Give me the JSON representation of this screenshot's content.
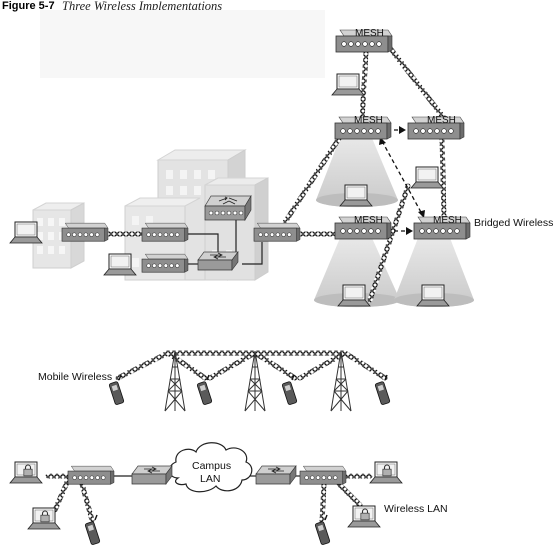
{
  "figure": {
    "label": "Figure 5-7",
    "title": "Three Wireless Implementations"
  },
  "labels": {
    "mesh": "MESH",
    "bridged_wireless": "Bridged Wireless",
    "mobile_wireless": "Mobile Wireless",
    "campus_lan_line1": "Campus",
    "campus_lan_line2": "LAN",
    "wireless_lan": "Wireless LAN"
  },
  "colors": {
    "device_face": "#8f8f8f",
    "device_top": "#c8c8c8",
    "building": "#e4e4e4",
    "cone": "#d6d6d6",
    "chain": "#1a1a1a"
  }
}
